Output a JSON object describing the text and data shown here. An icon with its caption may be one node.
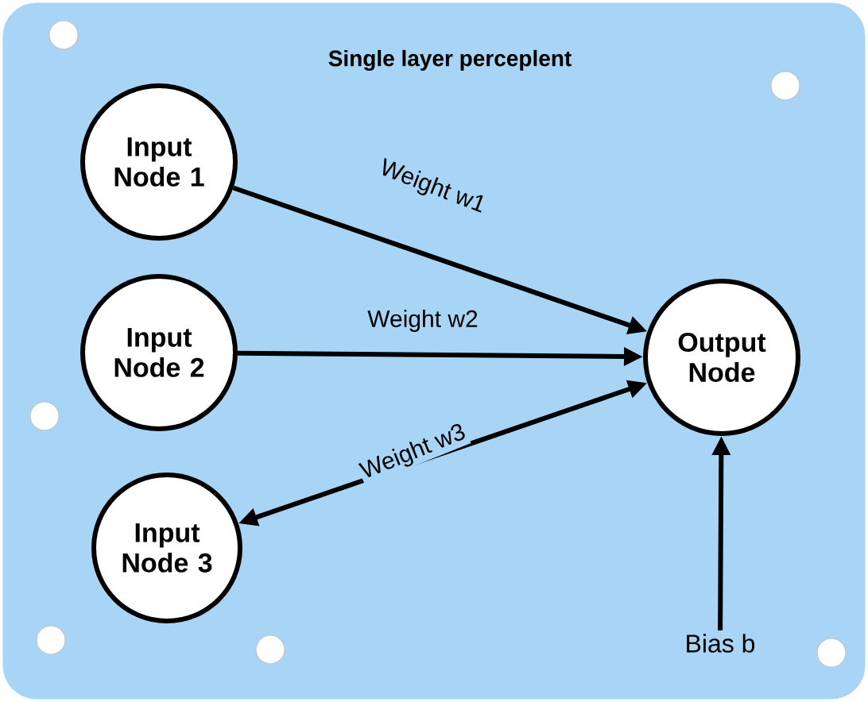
{
  "diagram": {
    "title": "Single layer perceplent",
    "nodes": [
      {
        "text": [
          "Input Node 1"
        ]
      },
      {
        "text": [
          "Input Node 2"
        ]
      },
      {
        "text": [
          "Input Node 3"
        ]
      },
      {
        "text": [
          "Output Node"
        ]
      },
      {
        "text": [
          "Bias b"
        ]
      }
    ],
    "edges": [
      {
        "from": 0,
        "to": 3,
        "arrow": "to",
        "label": "Weight w1"
      },
      {
        "from": 1,
        "to": 3,
        "arrow": "to",
        "label": "Weight w2"
      },
      {
        "from": 2,
        "to": 3,
        "arrow": "both",
        "label": "Weight w3"
      },
      {
        "from": 4,
        "to": 3,
        "arrow": "to"
      }
    ]
  }
}
